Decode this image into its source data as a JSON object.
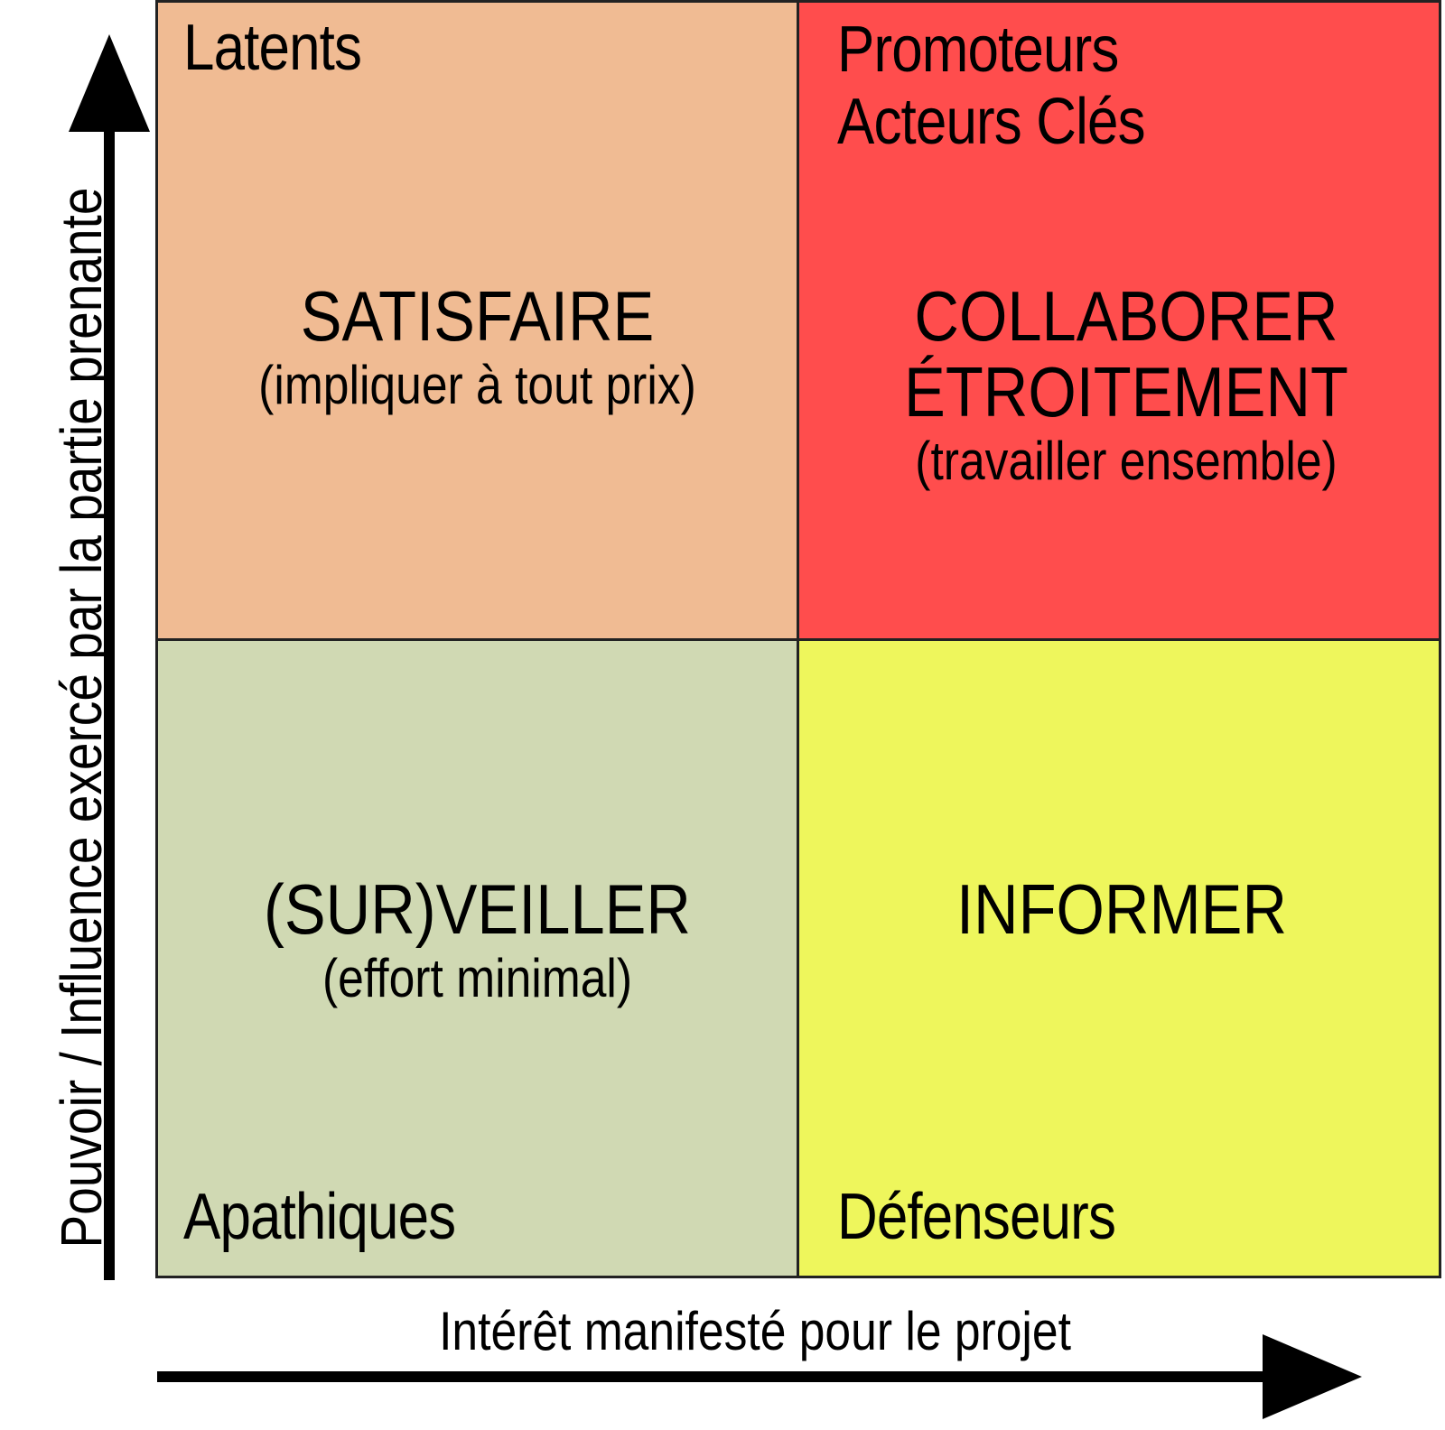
{
  "axes": {
    "y_label": "Pouvoir / Influence exercé par la partie prenante",
    "x_label": "Intérêt manifesté pour le projet"
  },
  "quadrants": {
    "top_left": {
      "corner": "Latents",
      "action": "SATISFAIRE",
      "detail": "(impliquer à tout prix)",
      "color": "#f0bb93"
    },
    "top_right": {
      "corner_line1": "Promoteurs",
      "corner_line2": "Acteurs Clés",
      "action_line1": "COLLABORER",
      "action_line2": "ÉTROITEMENT",
      "detail": "(travailler ensemble)",
      "color": "#ff4d4d"
    },
    "bottom_left": {
      "corner": "Apathiques",
      "action": "(SUR)VEILLER",
      "detail": "(effort minimal)",
      "color": "#d0d9b3"
    },
    "bottom_right": {
      "corner": "Défenseurs",
      "action": "INFORMER",
      "color": "#eef65c"
    }
  }
}
